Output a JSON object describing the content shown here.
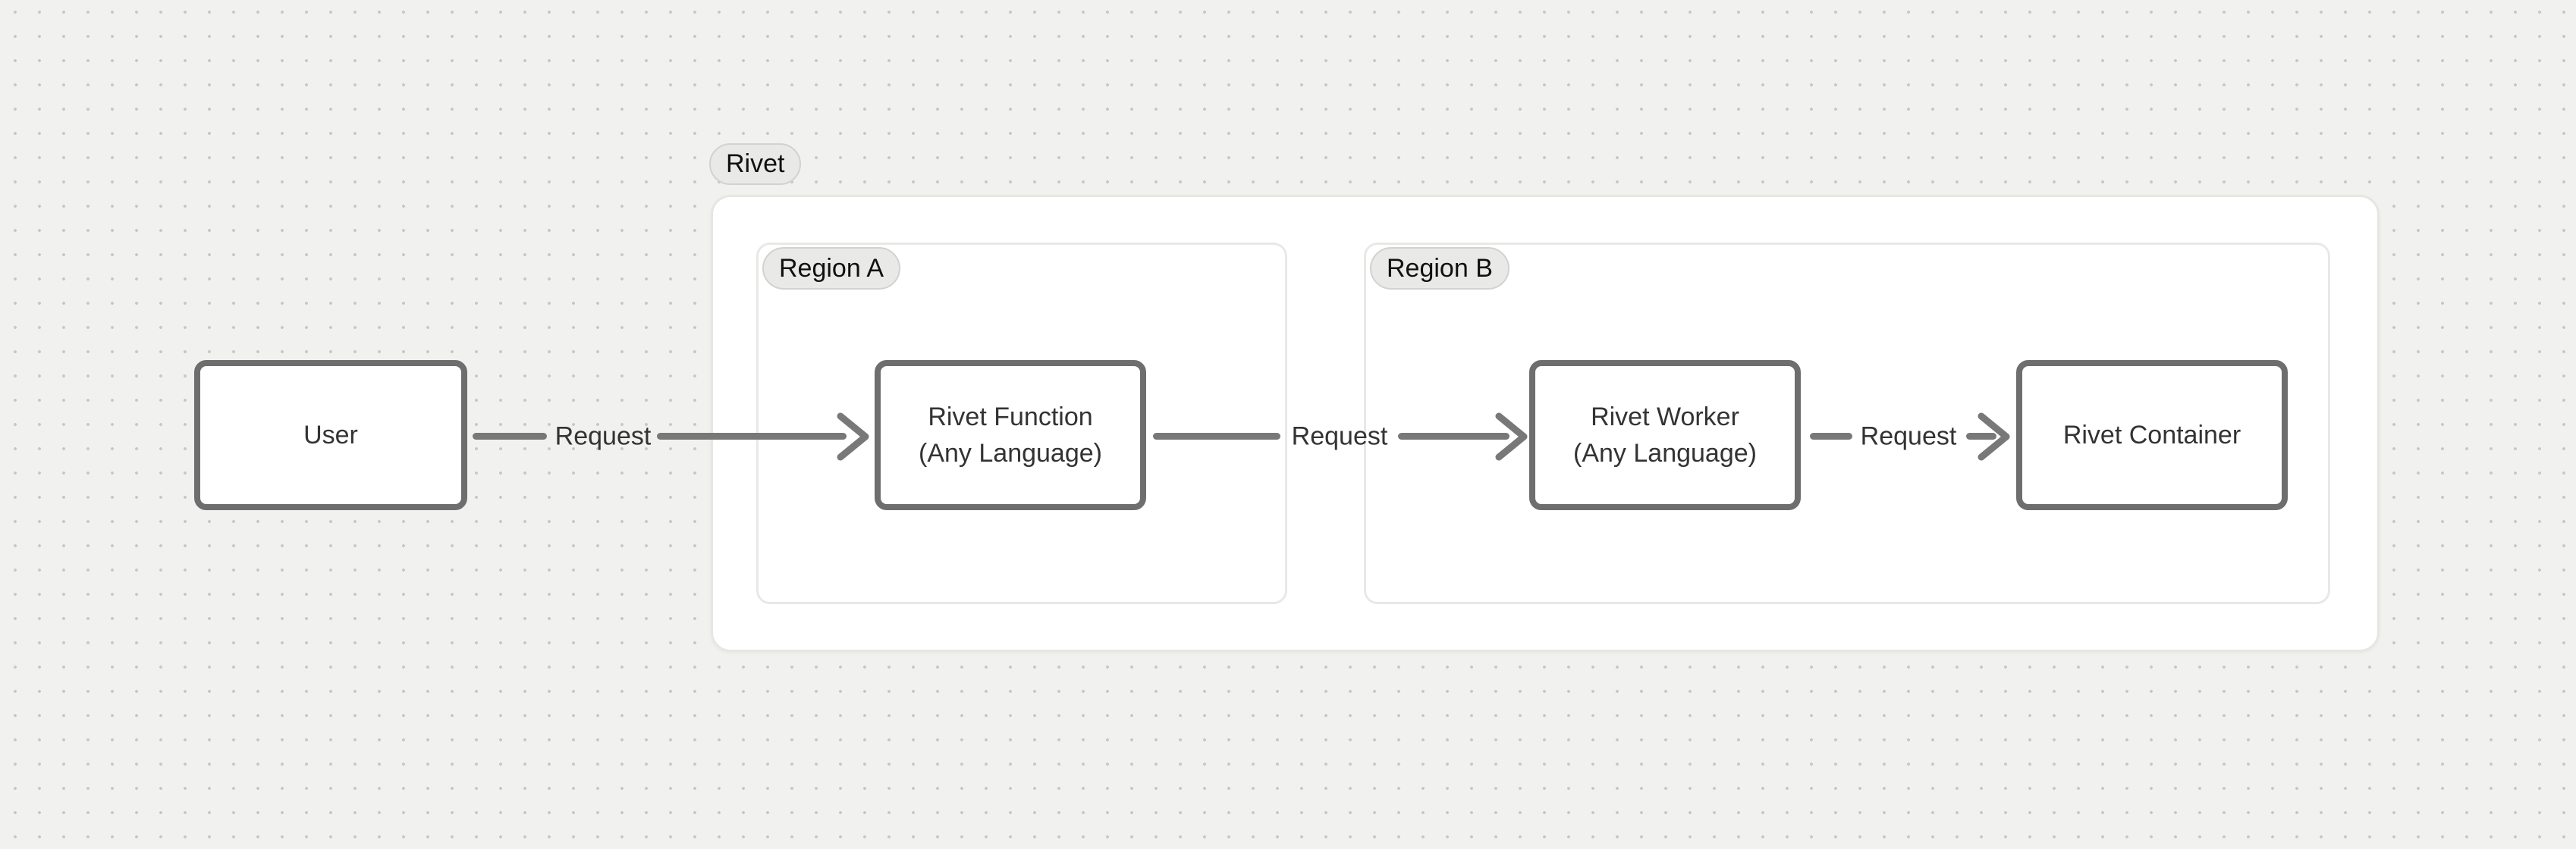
{
  "diagram": {
    "cluster": {
      "label": "Rivet"
    },
    "regions": [
      {
        "label": "Region A"
      },
      {
        "label": "Region B"
      }
    ],
    "nodes": {
      "user": {
        "label": "User"
      },
      "function": {
        "label": "Rivet Function",
        "sublabel": "(Any Language)"
      },
      "worker": {
        "label": "Rivet Worker",
        "sublabel": "(Any Language)"
      },
      "container": {
        "label": "Rivet Container"
      }
    },
    "edges": [
      {
        "label": "Request"
      },
      {
        "label": "Request"
      },
      {
        "label": "Request"
      }
    ],
    "colors": {
      "canvas_background": "#f1f1ef",
      "canvas_dot": "#c7c7c7",
      "node_border": "#6e6e6e",
      "arrow": "#787878",
      "container_fill": "#ffffff",
      "container_border": "#e6e6e4",
      "badge_fill": "#e9e9e7",
      "badge_border": "#d2d2d0",
      "text": "#333333"
    }
  }
}
